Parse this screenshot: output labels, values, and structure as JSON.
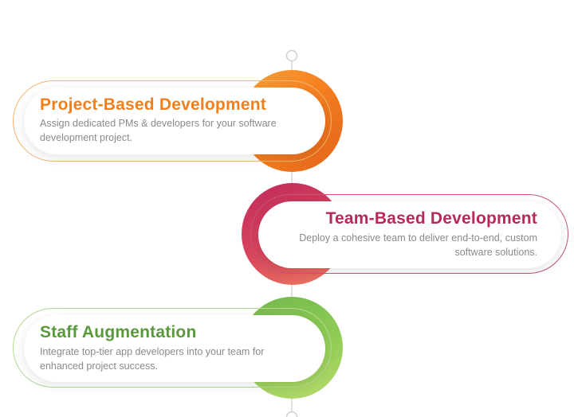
{
  "services": [
    {
      "title": "Project-Based Development",
      "description": "Assign dedicated PMs & developers for your software development project.",
      "accent": "#f58220"
    },
    {
      "title": "Team-Based Development",
      "description": "Deploy a cohesive team to deliver end-to-end, custom software solutions.",
      "accent": "#c02a5c"
    },
    {
      "title": "Staff Augmentation",
      "description": "Integrate top-tier app developers into your team for enhanced project success.",
      "accent": "#73b74d"
    }
  ]
}
